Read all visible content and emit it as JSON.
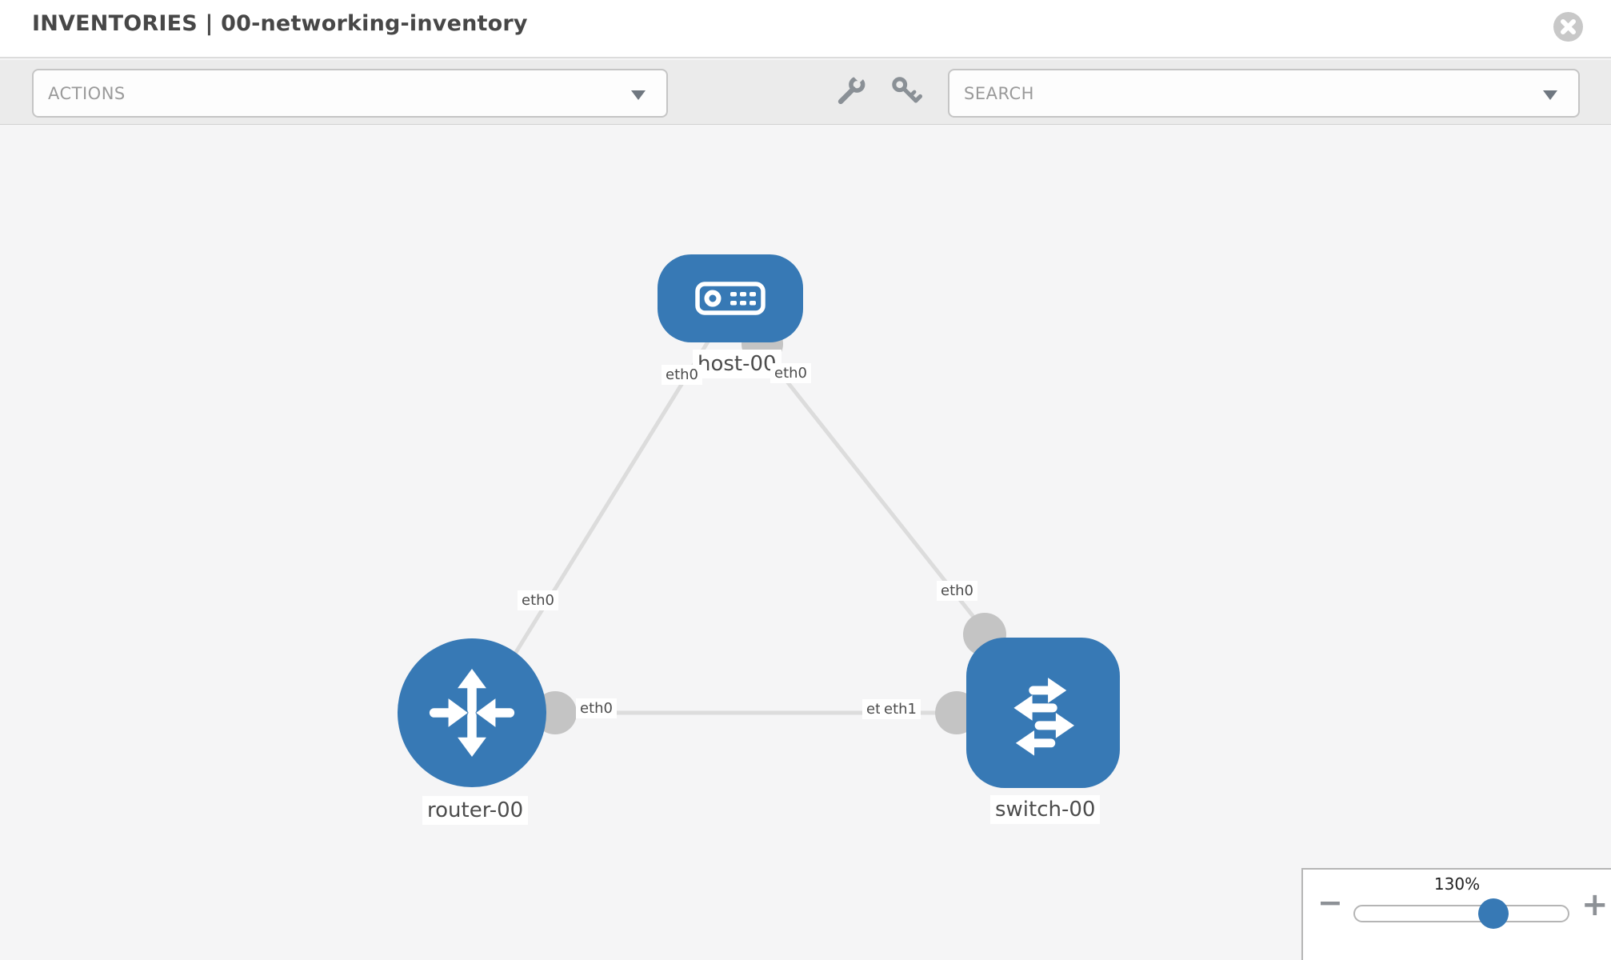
{
  "header": {
    "title": "INVENTORIES | 00-networking-inventory"
  },
  "toolbar": {
    "actions_label": "ACTIONS",
    "search_label": "SEARCH"
  },
  "topology": {
    "nodes": [
      {
        "name": "host-00",
        "type": "host"
      },
      {
        "name": "router-00",
        "type": "router"
      },
      {
        "name": "switch-00",
        "type": "switch"
      }
    ],
    "links": [
      {
        "source": "host-00",
        "source_interface": "eth0",
        "target": "router-00",
        "target_interface": "eth0"
      },
      {
        "source": "host-00",
        "source_interface": "eth0",
        "target": "switch-00",
        "target_interface": "eth0"
      },
      {
        "source": "router-00",
        "source_interface": "eth0",
        "target": "switch-00",
        "target_interface": "eth1",
        "target_interface_overlap": "eth0"
      }
    ]
  },
  "zoom": {
    "level": "130%",
    "zoom_out_label": "−",
    "zoom_in_label": "+"
  },
  "colors": {
    "node_blue": "#3779b5",
    "link_gray": "#dcdcdc",
    "interface_gray": "#c4c4c4",
    "canvas_bg": "#f5f5f6"
  }
}
